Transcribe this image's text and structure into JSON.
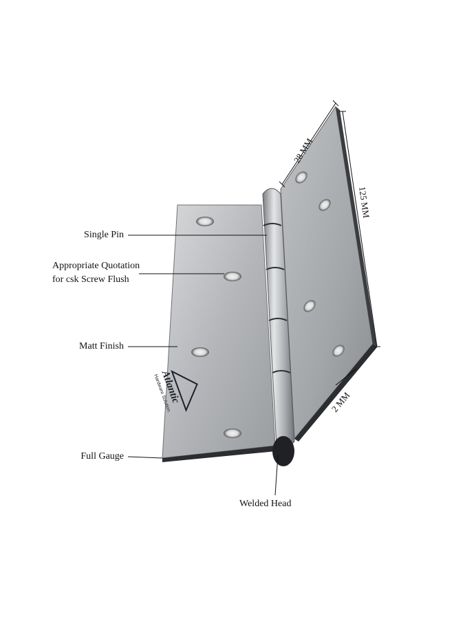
{
  "labels": {
    "single_pin": "Single Pin",
    "quotation_line1": "Appropriate Quotation",
    "quotation_line2": "for csk Screw Flush",
    "matt_finish": "Matt Finish",
    "full_gauge": "Full Gauge",
    "welded_head": "Welded Head"
  },
  "dimensions": {
    "width": "28 MM",
    "length": "125 MM",
    "thickness": "2 MM"
  },
  "logo": {
    "brand": "Atlantic",
    "tagline": "Hardware Solution"
  },
  "colors": {
    "leaf_light": "#c9cbcd",
    "leaf_dark": "#8e9194",
    "edge": "#2b2d30",
    "text": "#111111"
  }
}
